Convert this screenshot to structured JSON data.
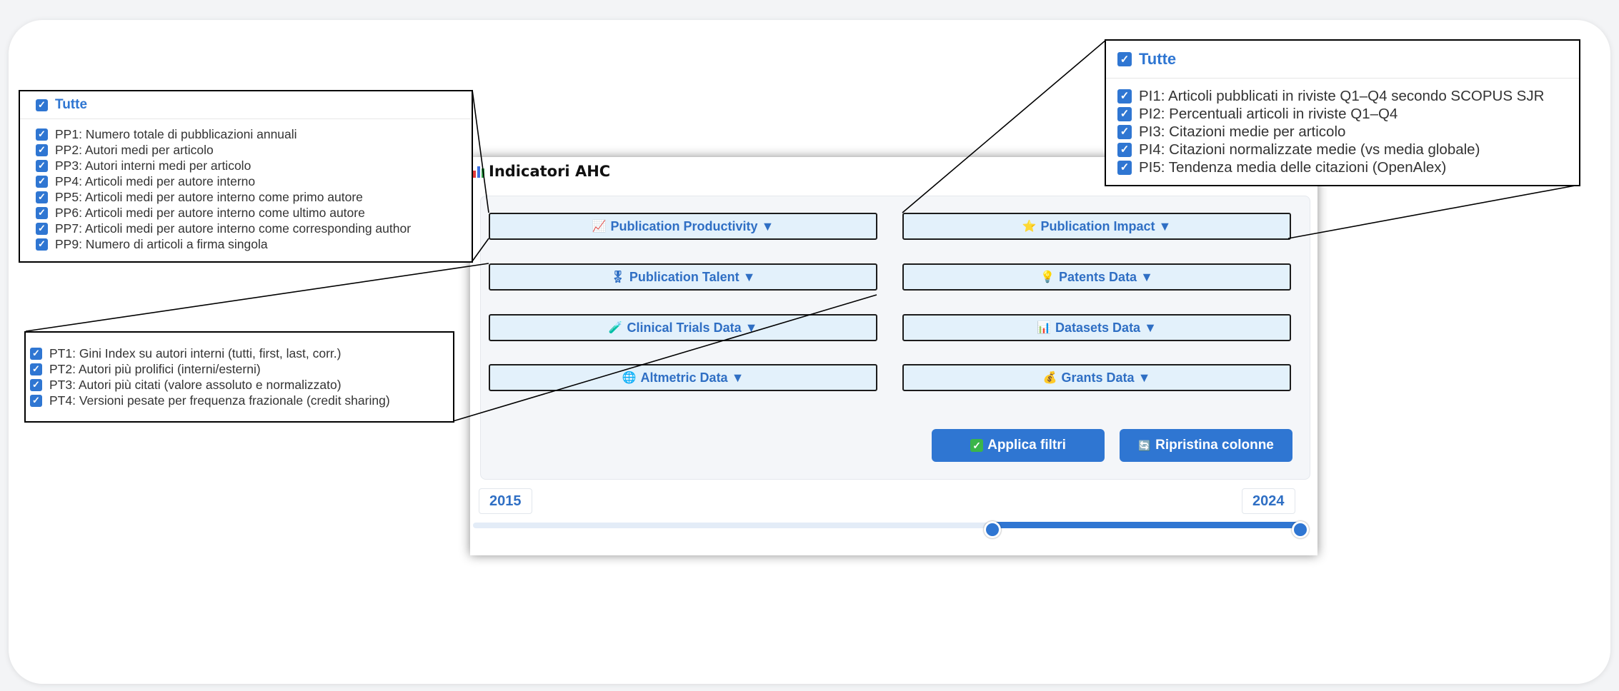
{
  "panel": {
    "title": "Indicatori AHC",
    "title_icon": "bar-chart-icon",
    "accent_color": "#2f76d2"
  },
  "dropdowns": [
    {
      "icon": "📈",
      "label": "Publication Productivity ▼"
    },
    {
      "icon": "⭐",
      "label": "Publication Impact ▼"
    },
    {
      "icon": "🎖",
      "label": "Publication Talent ▼"
    },
    {
      "icon": "💡",
      "label": "Patents Data ▼"
    },
    {
      "icon": "🧪",
      "label": "Clinical Trials Data ▼"
    },
    {
      "icon": "📊",
      "label": "Datasets Data ▼"
    },
    {
      "icon": "🌐",
      "label": "Altmetric Data ▼"
    },
    {
      "icon": "💰",
      "label": "Grants Data ▼"
    }
  ],
  "actions": {
    "apply": {
      "icon": "✓",
      "label": "Applica filtri"
    },
    "reset": {
      "icon": "🔄",
      "label": "Ripristina colonne"
    }
  },
  "year_range": {
    "min_label": "2015",
    "max_label": "2024",
    "low_fraction": 0.627,
    "high_fraction": 1.0
  },
  "productivity_callout": {
    "all_label": "Tutte",
    "items": [
      "PP1: Numero totale di pubblicazioni annuali",
      "PP2: Autori medi per articolo",
      "PP3: Autori interni medi per articolo",
      "PP4: Articoli medi per autore interno",
      "PP5: Articoli medi per autore interno come primo autore",
      "PP6: Articoli medi per autore interno come ultimo autore",
      "PP7: Articoli medi per autore interno come corresponding author",
      "PP9: Numero di articoli a firma singola"
    ]
  },
  "talent_callout": {
    "items": [
      "PT1: Gini Index su autori interni (tutti, first, last, corr.)",
      "PT2: Autori più prolifici (interni/esterni)",
      "PT3: Autori più citati (valore assoluto e normalizzato)",
      "PT4: Versioni pesate per frequenza frazionale (credit sharing)"
    ]
  },
  "impact_callout": {
    "all_label": "Tutte",
    "items": [
      "PI1: Articoli pubblicati in riviste Q1–Q4 secondo SCOPUS SJR",
      "PI2: Percentuali articoli in riviste Q1–Q4",
      "PI3: Citazioni medie per articolo",
      "PI4: Citazioni normalizzate medie (vs media globale)",
      "PI5: Tendenza media delle citazioni (OpenAlex)"
    ]
  }
}
